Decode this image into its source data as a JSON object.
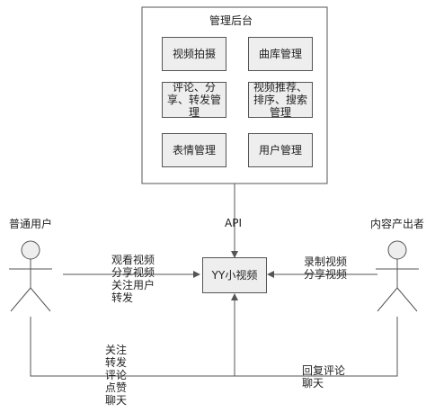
{
  "admin": {
    "title": "管理后台",
    "modules": [
      {
        "label": "视频拍摄"
      },
      {
        "label": "曲库管理"
      },
      {
        "lines": [
          "评论、分",
          "享、转发管",
          "理"
        ]
      },
      {
        "lines": [
          "视频推荐、",
          "排序、搜索",
          "管理"
        ]
      },
      {
        "label": "表情管理"
      },
      {
        "label": "用户管理"
      }
    ]
  },
  "api_label": "API",
  "center_box": "YY小视频",
  "actors": {
    "viewer": "普通用户",
    "creator": "内容产出者"
  },
  "viewer_actions": [
    "观看视频",
    "分享视频",
    "关注用户",
    "转发"
  ],
  "creator_actions": [
    "录制视频",
    "分享视频"
  ],
  "bottom_left_actions": [
    "关注",
    "转发",
    "评论",
    "点赞",
    "聊天"
  ],
  "bottom_right_actions": [
    "回复评论",
    "聊天"
  ],
  "colors": {
    "line": "#555555",
    "box_fill": "#eeeeee"
  }
}
